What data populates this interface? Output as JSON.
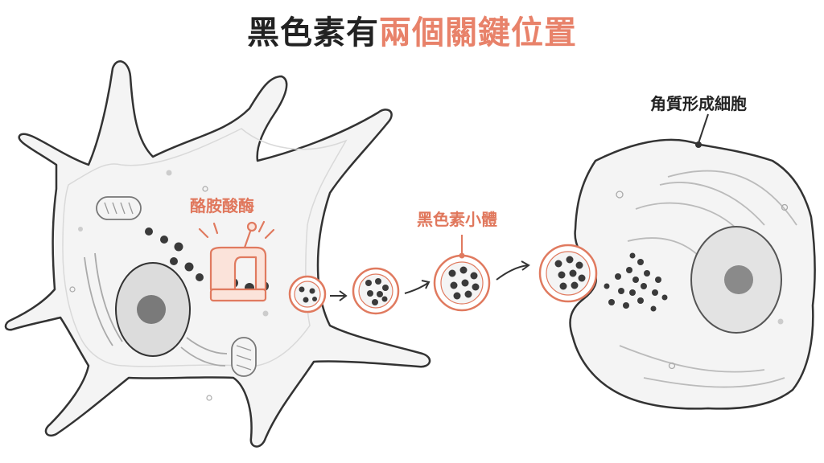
{
  "title": {
    "part1": "黑色素有",
    "part2": "兩個關鍵位置"
  },
  "labels": {
    "enzyme": "酪胺酸酶",
    "melanosome": "黑色素小體",
    "keratinocyte": "角質形成細胞"
  },
  "colors": {
    "accent": "#e8826a",
    "accent_fill": "#fbe3da",
    "outline": "#333333",
    "cell_fill": "#f4f4f4",
    "pigment": "#3a3a3a"
  }
}
